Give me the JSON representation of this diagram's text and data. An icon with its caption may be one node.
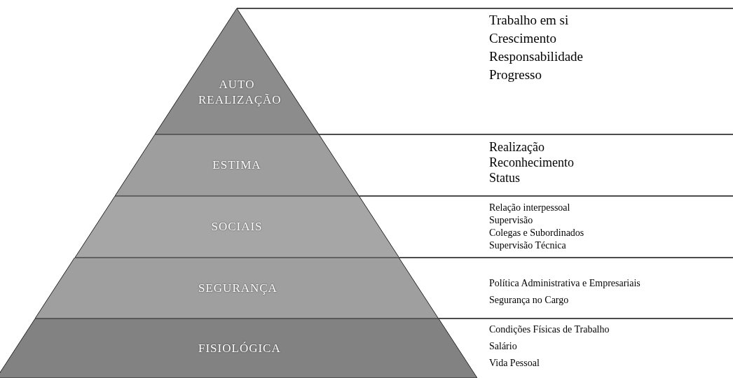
{
  "diagram": {
    "nodes": [
      {
        "text": [
          "AUTO REALIZAÇÃO"
        ],
        "beside": [
          "Trabalho em si",
          "Crescimento",
          "Responsabilidade",
          "Progresso"
        ]
      },
      {
        "text": [
          "ESTIMA"
        ],
        "beside": [
          "Realização",
          "Reconhecimento",
          "Status"
        ]
      },
      {
        "text": [
          "SOCIAIS"
        ],
        "beside": [
          "Relação interpessoal",
          "Supervisão",
          "Colegas e Subordinados",
          "Supervisão Técnica"
        ]
      },
      {
        "text": [
          "SEGURANÇA"
        ],
        "beside": [
          "Política Administrativa e Empresariais",
          "Segurança no Cargo"
        ]
      },
      {
        "text": [
          "FISIOLÓGICA"
        ],
        "beside": [
          "Condições Físicas de Trabalho",
          "Salário",
          "Vida Pessoal"
        ]
      }
    ]
  }
}
